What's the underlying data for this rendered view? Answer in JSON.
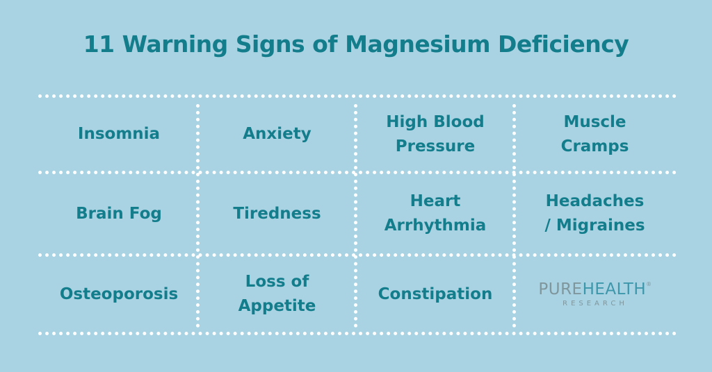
{
  "title": "11 Warning Signs of Magnesium Deficiency",
  "colors": {
    "background": "#a9d3e3",
    "text": "#137d8c",
    "dots": "#ffffff"
  },
  "grid": {
    "rows": [
      [
        "Insomnia",
        "Anxiety",
        "High Blood\nPressure",
        "Muscle\nCramps"
      ],
      [
        "Brain Fog",
        "Tiredness",
        "Heart\nArrhythmia",
        "Headaches\n/ Migraines"
      ],
      [
        "Osteoporosis",
        "Loss of\nAppetite",
        "Constipation",
        ""
      ]
    ]
  },
  "logo": {
    "pure": "PURE",
    "health": "HEALTH",
    "reg": "®",
    "sub": "RESEARCH"
  }
}
